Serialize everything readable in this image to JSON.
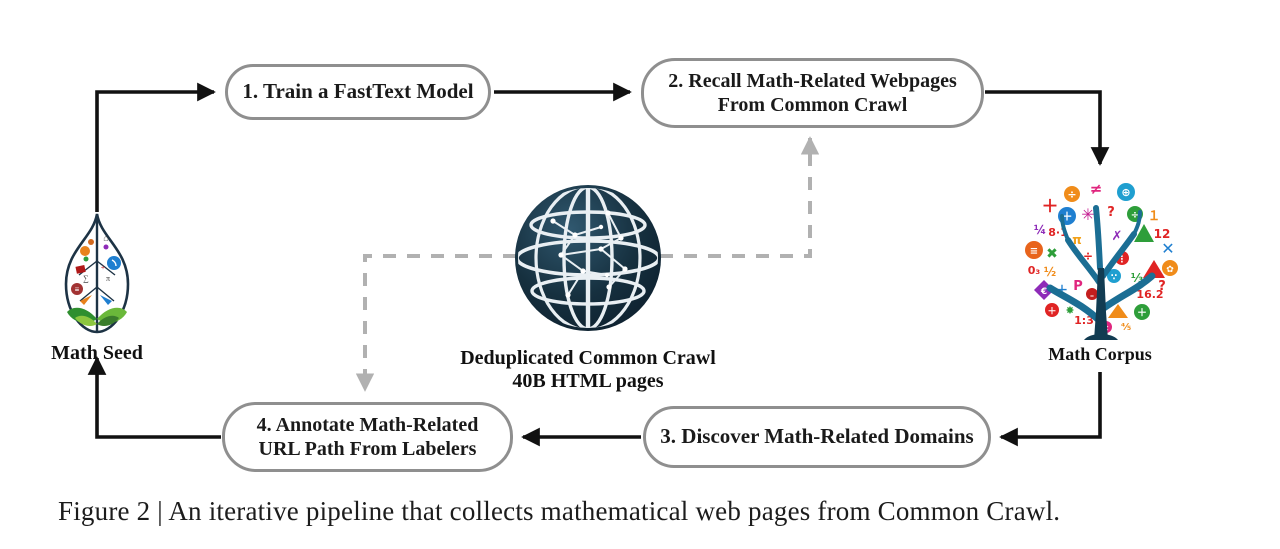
{
  "figure": {
    "caption": "Figure 2 | An iterative pipeline that collects mathematical web pages from Common Crawl.",
    "steps": {
      "box1": "1. Train a FastText Model",
      "box2_line1": "2. Recall Math-Related Webpages",
      "box2_line2": "From Common Crawl",
      "box3": "3. Discover Math-Related Domains",
      "box4_line1": "4. Annotate Math-Related",
      "box4_line2": "URL Path From Labelers"
    },
    "nodes": {
      "math_seed_label": "Math Seed",
      "math_corpus_label": "Math Corpus",
      "common_crawl_line1": "Deduplicated Common Crawl",
      "common_crawl_line2": "40B HTML pages"
    },
    "icons": [
      "math-seed-leaf-icon",
      "common-crawl-globe-icon",
      "math-corpus-tree-icon"
    ],
    "colors": {
      "solid_arrow": "#111111",
      "dashed_arrow": "#b1b1b1",
      "box_border": "#8f8f8f",
      "globe_dark": "#0c1d2b",
      "tree_trunk_teal": "#1b6e94"
    }
  }
}
